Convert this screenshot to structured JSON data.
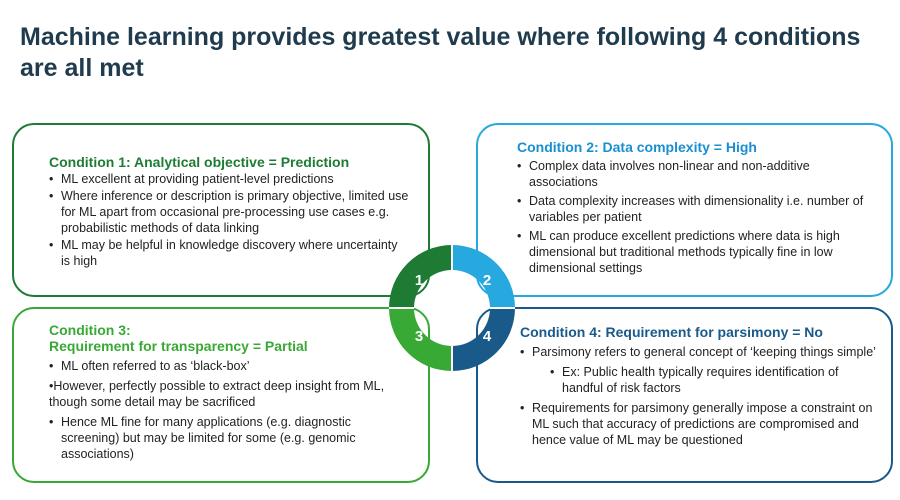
{
  "title": "Machine learning provides greatest value where following 4 conditions are all met",
  "colors": {
    "title": "#1f3b4d",
    "condition1": "#1e7b34",
    "condition2": "#27a8df",
    "condition3": "#39a935",
    "condition4": "#1a5a8a"
  },
  "ring": {
    "labels": [
      "1",
      "2",
      "3",
      "4"
    ]
  },
  "conditions": [
    {
      "heading": "Condition 1: Analytical objective = Prediction",
      "bullets": [
        "ML excellent at providing patient-level predictions",
        "Where inference or description is primary objective, limited use for ML apart from occasional pre-processing use cases e.g. probabilistic methods of data linking",
        "ML may be helpful in knowledge discovery where uncertainty is high"
      ]
    },
    {
      "heading": "Condition 2: Data complexity = High",
      "bullets": [
        "Complex data involves non-linear and non-additive associations",
        "Data complexity increases with dimensionality i.e. number of variables per patient",
        "ML can produce excellent predictions where data is high dimensional but traditional methods typically fine in low dimensional settings"
      ]
    },
    {
      "heading_line1": "Condition 3:",
      "heading_line2": "Requirement for transparency = Partial",
      "bullets": [
        "ML often referred to as ‘black-box’",
        "•However, perfectly possible to extract deep insight from ML, though some detail may be sacrificed",
        "Hence ML fine for many applications (e.g. diagnostic screening) but may be limited for some (e.g. genomic associations)"
      ]
    },
    {
      "heading": "Condition 4: Requirement for parsimony = No",
      "bullets": [
        "Parsimony refers to general concept of ‘keeping things simple’",
        "Ex: Public health typically requires identification of handful of risk factors",
        "Requirements for parsimony generally impose a constraint on ML such that accuracy of predictions are compromised and hence value of ML may be questioned"
      ]
    }
  ]
}
